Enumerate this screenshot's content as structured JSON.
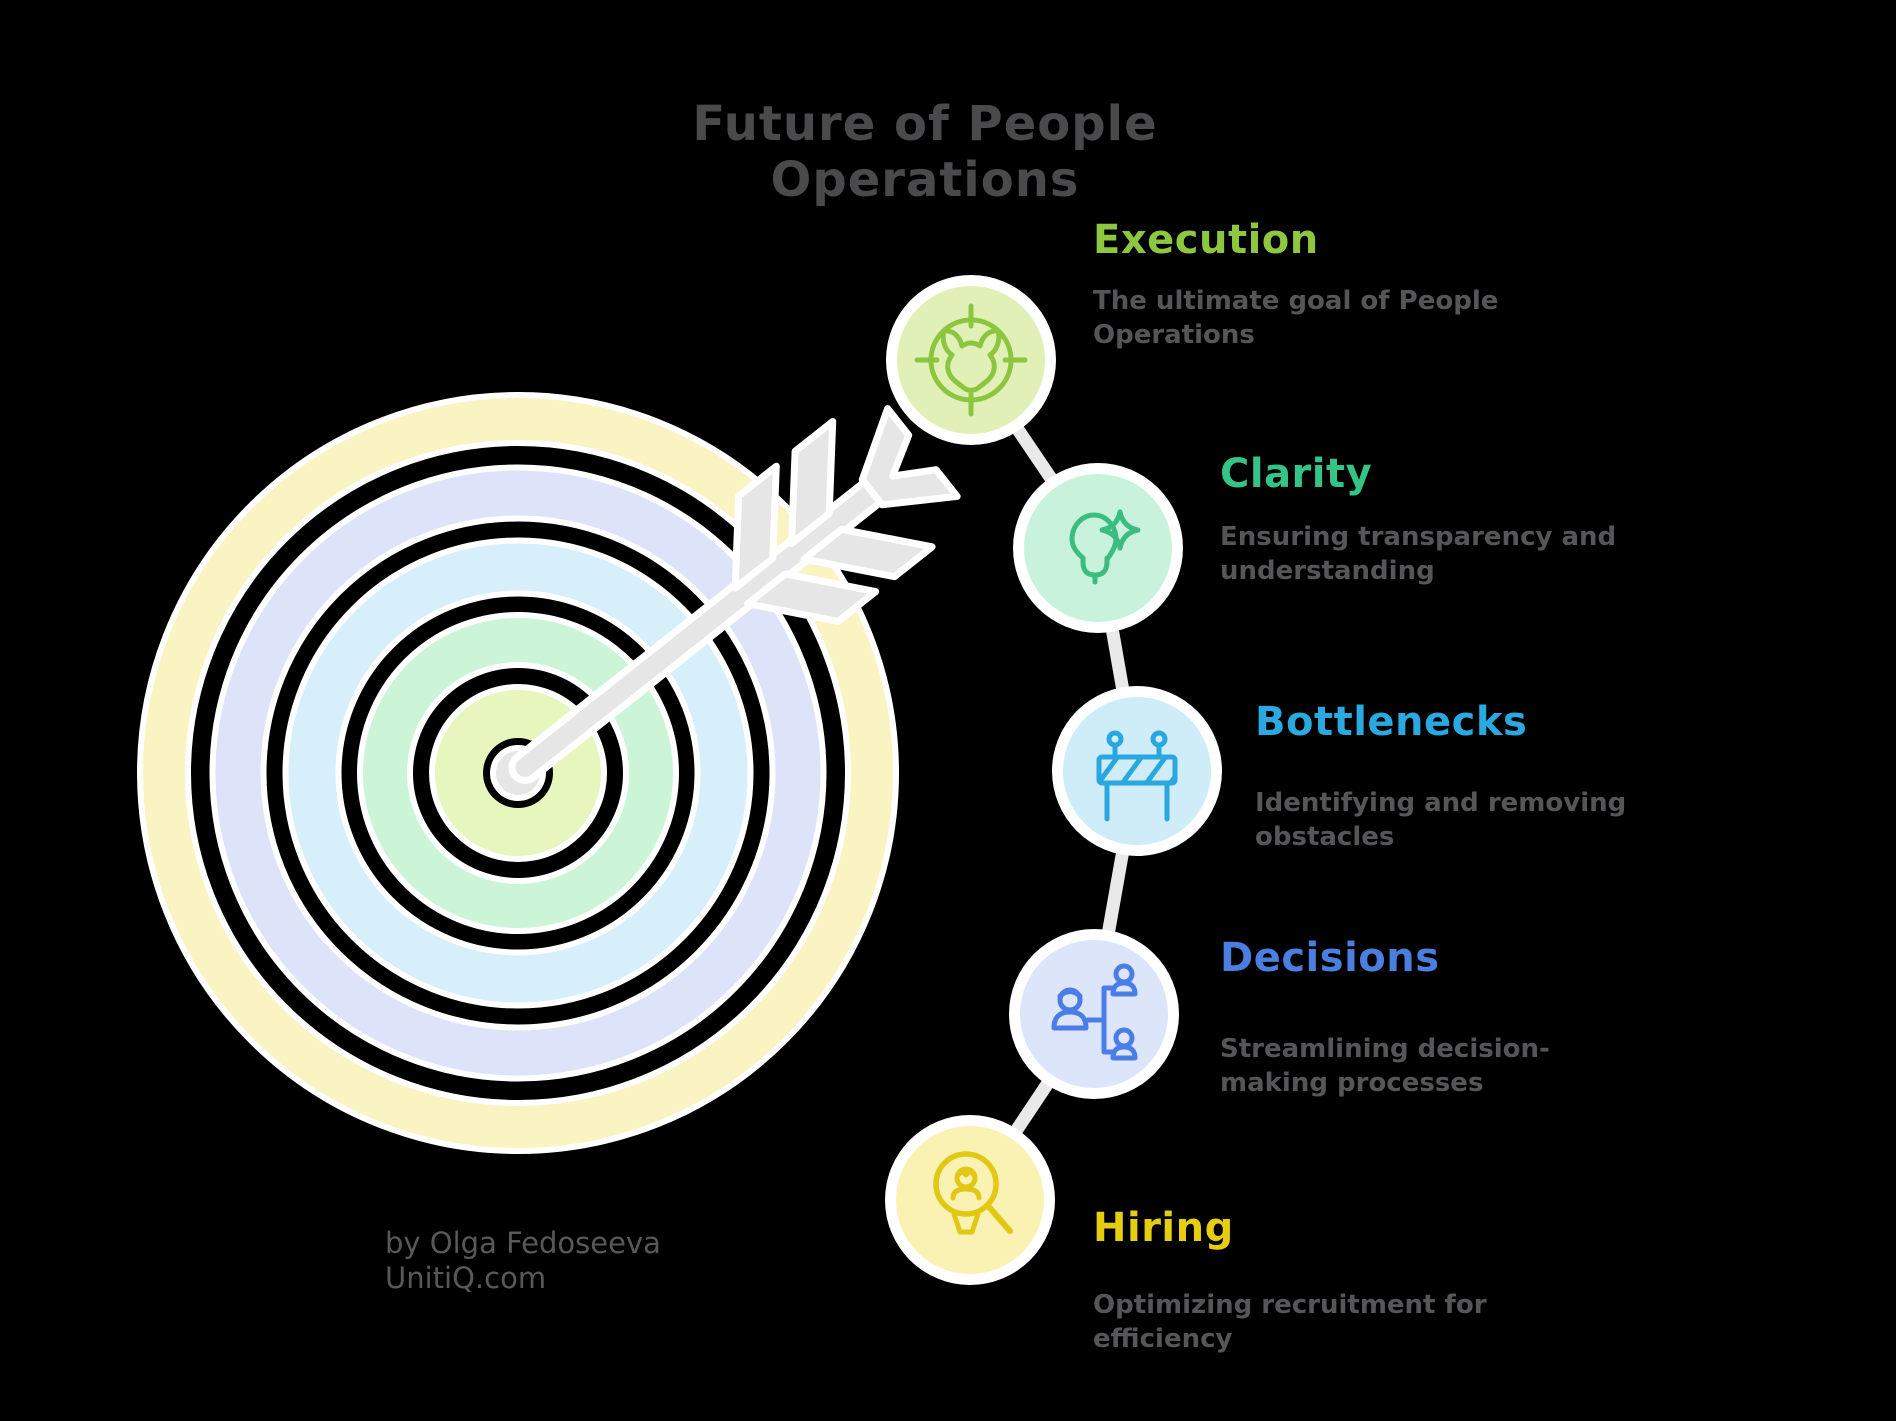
{
  "title": "Future of People Operations",
  "background_color": "#000000",
  "byline": {
    "line1": "by Olga Fedoseeva",
    "line2": "UnitiQ.com"
  },
  "steps": [
    {
      "id": "execution",
      "label": "Execution",
      "description": "The ultimate goal of People Operations",
      "label_color": "#8dc63f",
      "circle_fill": "#e1f0b6",
      "icon_color": "#8cc63e",
      "icon": "bull-target-icon"
    },
    {
      "id": "clarity",
      "label": "Clarity",
      "description": "Ensuring transparency and understanding",
      "label_color": "#34c487",
      "circle_fill": "#c9f2dc",
      "icon_color": "#3bbc81",
      "icon": "lightbulb-sparkle-icon"
    },
    {
      "id": "bottlenecks",
      "label": "Bottlenecks",
      "description": "Identifying and removing obstacles",
      "label_color": "#29a9e0",
      "circle_fill": "#cfecf9",
      "icon_color": "#2aa7de",
      "icon": "road-barrier-icon"
    },
    {
      "id": "decisions",
      "label": "Decisions",
      "description": "Streamlining decision-making processes",
      "label_color": "#4a7fe0",
      "circle_fill": "#dce5fa",
      "icon_color": "#4a7de8",
      "icon": "org-chart-people-icon"
    },
    {
      "id": "hiring",
      "label": "Hiring",
      "description": "Optimizing recruitment for efficiency",
      "label_color": "#e5ce0f",
      "circle_fill": "#faf2b2",
      "icon_color": "#e2c714",
      "icon": "candidate-magnifier-icon"
    }
  ],
  "target": {
    "ring_colors_outer_to_inner": [
      "#faf4c2",
      "#dde3f8",
      "#d7eefb",
      "#ccf5d8"
    ],
    "center_color": "#e6f6bc",
    "arrow_color": "#e6e6e6",
    "outline_color": "#ffffff"
  },
  "connector_color": "#e9e9e9",
  "title_color": "#4a4a4c",
  "description_color": "#565659"
}
